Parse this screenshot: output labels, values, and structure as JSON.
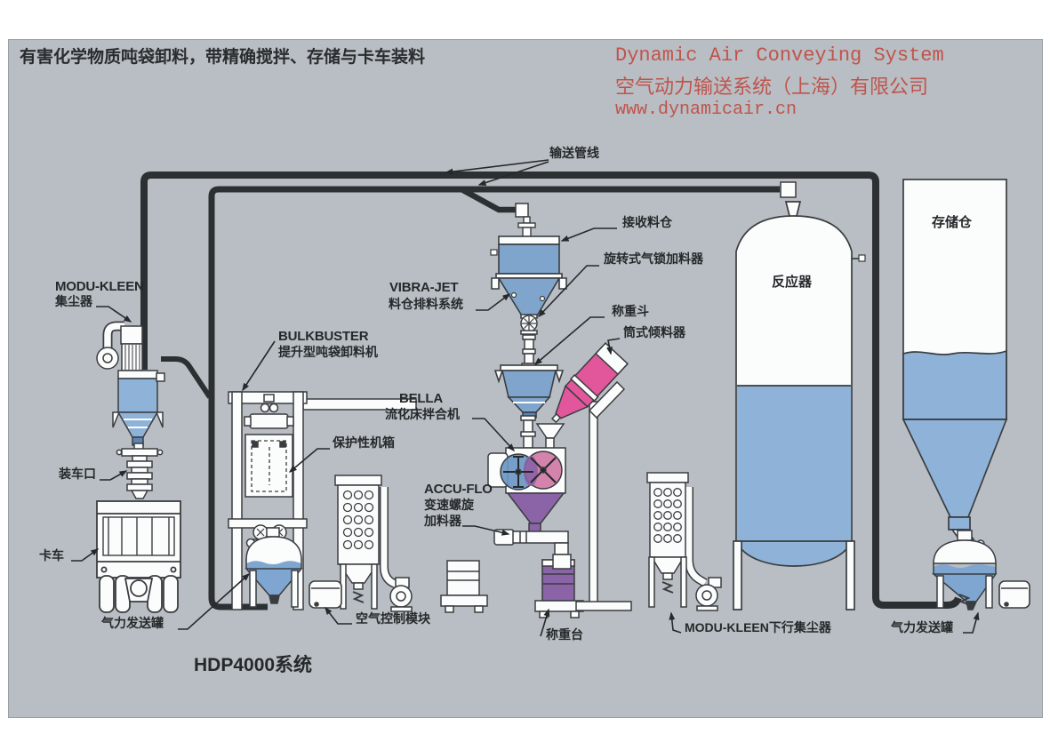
{
  "header": {
    "title": "有害化学物质吨袋卸料，带精确搅拌、存储与卡车装料",
    "company_en": "Dynamic Air Conveying System",
    "company_cn": "空气动力输送系统（上海）有限公司",
    "website": "www.dynamicair.cn"
  },
  "labels": {
    "conveying_line": "输送管线",
    "receiving_hopper": "接收料仓",
    "rotary_airlock": "旋转式气锁加料器",
    "weigh_hopper": "称重斗",
    "drum_tipper": "筒式倾料器",
    "modu_kleen_name": "MODU-KLEEN",
    "modu_kleen_desc": "集尘器",
    "vibra_jet_name": "VIBRA-JET",
    "vibra_jet_desc": "料仓排料系统",
    "bulkbuster_name": "BULKBUSTER",
    "bulkbuster_desc": "提升型吨袋卸料机",
    "protective_enclosure": "保护性机箱",
    "bella_name": "BELLA",
    "bella_desc": "流化床拌合机",
    "accu_flo_name": "ACCU-FLO",
    "accu_flo_desc1": "变速螺旋",
    "accu_flo_desc2": "加料器",
    "loading_spout": "装车口",
    "truck": "卡车",
    "transporter_left": "气力发送罐",
    "air_control_module": "空气控制模块",
    "weigh_platform": "称重台",
    "downflow_collector": "MODU-KLEEN下行集尘器",
    "transporter_right": "气力发送罐",
    "reactor": "反应器",
    "storage_silo": "存储仓"
  },
  "footer": {
    "system_name": "HDP4000系统"
  },
  "colors": {
    "accent_red": "#c0544c",
    "diagram_bg": "#b8bec3",
    "pipe": "#2d3032",
    "steel_blue": "#8fb2d8",
    "hopper_blue": "#7fa5cd",
    "rotor_blue": "#6b95c4",
    "rotor_pink": "#cc6d9f",
    "tipper_pink": "#e2569b",
    "purple": "#8a64a6",
    "outline": "#3a3d40",
    "label_text": "#26292b"
  }
}
